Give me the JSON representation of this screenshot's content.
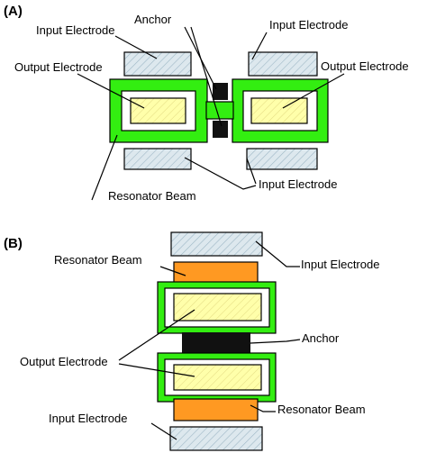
{
  "panel_a": {
    "tag": "(A)",
    "labels": {
      "anchor": "Anchor",
      "input_electrode_top_left": "Input Electrode",
      "input_electrode_top_right": "Input Electrode",
      "output_electrode_left": "Output Electrode",
      "output_electrode_right": "Output Electrode",
      "resonator_beam": "Resonator Beam",
      "input_electrode_bottom": "Input Electrode"
    }
  },
  "panel_b": {
    "tag": "(B)",
    "labels": {
      "input_electrode_top": "Input Electrode",
      "resonator_beam_top": "Resonator Beam",
      "anchor": "Anchor",
      "output_electrode": "Output Electrode",
      "resonator_beam_bottom": "Resonator Beam",
      "input_electrode_bottom": "Input Electrode"
    }
  },
  "colors": {
    "green_frame": "#33ee11",
    "yellow_electrode": "#ffffaa",
    "hatched_electrode": "#dde8ee",
    "orange_beam": "#ff9922",
    "anchor_black": "#111111"
  }
}
